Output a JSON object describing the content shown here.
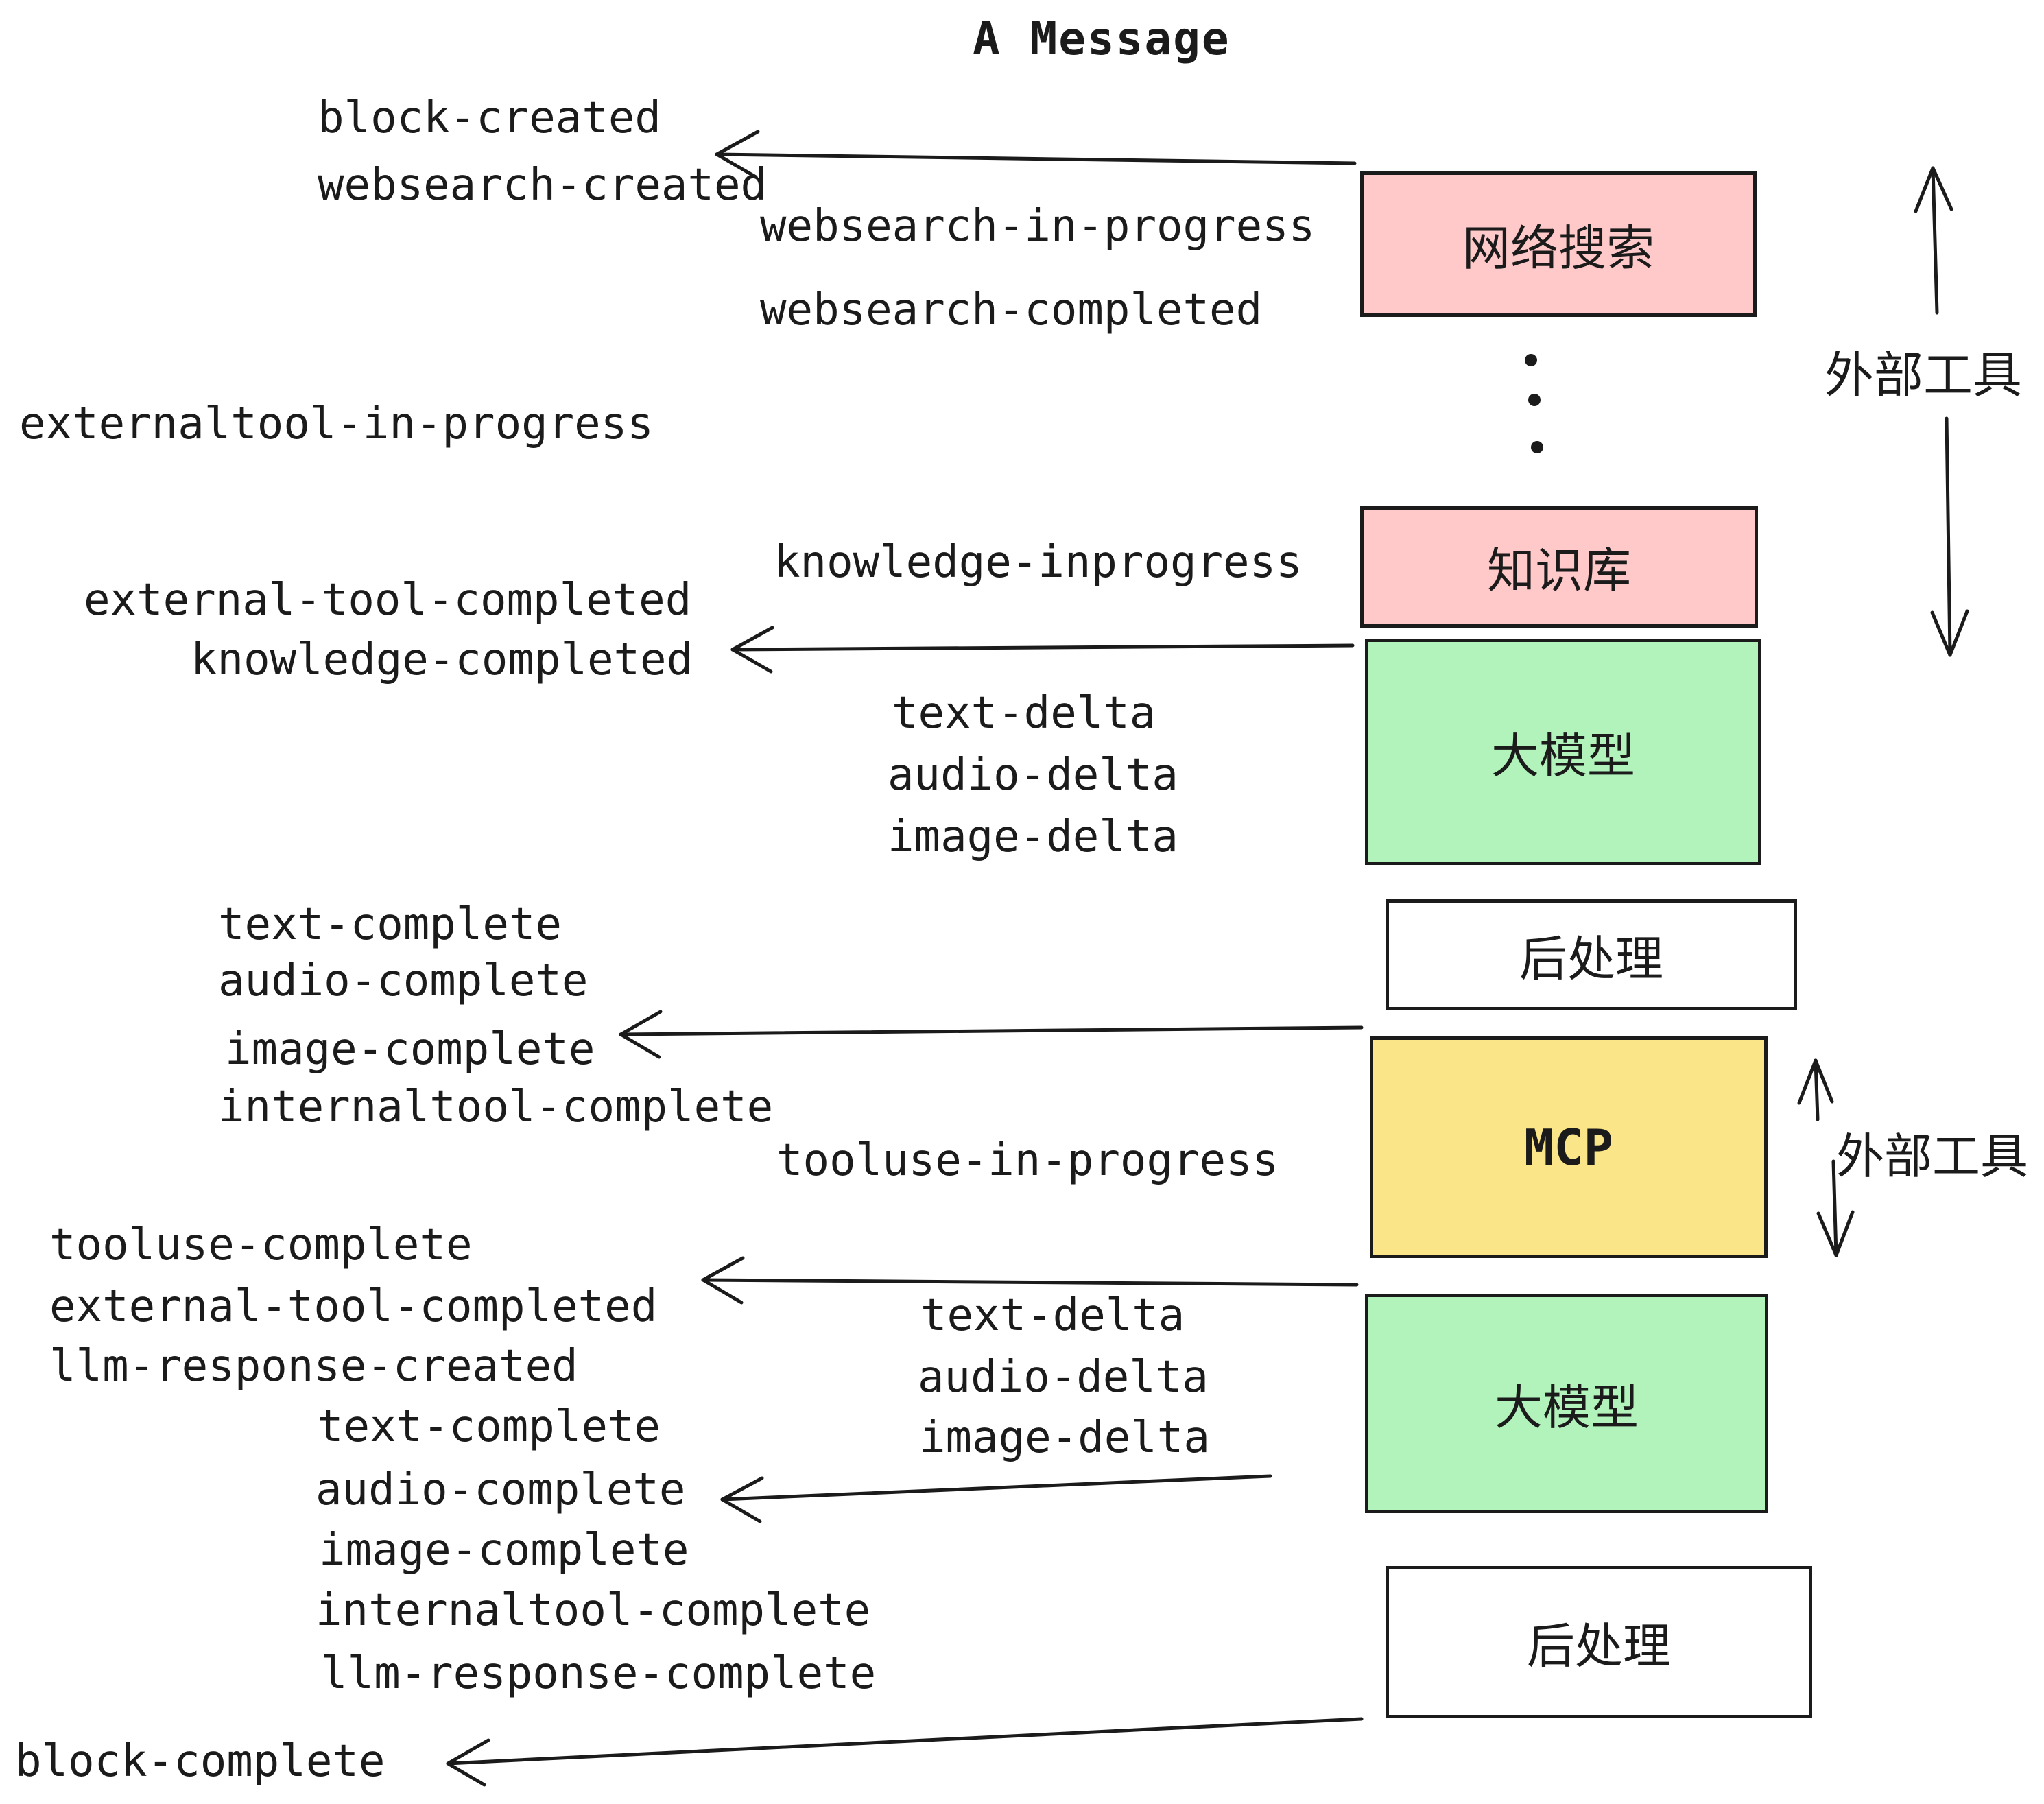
{
  "title": "A Message",
  "events": {
    "block_created": "block-created",
    "websearch_created": "websearch-created",
    "websearch_in_progress": "websearch-in-progress",
    "websearch_completed": "websearch-completed",
    "externaltool_in_progress": "externaltool-in-progress",
    "knowledge_inprogress": "knowledge-inprogress",
    "external_tool_completed_1": "external-tool-completed",
    "knowledge_completed": "knowledge-completed",
    "text_delta_1": "text-delta",
    "audio_delta_1": "audio-delta",
    "image_delta_1": "image-delta",
    "text_complete_1": "text-complete",
    "audio_complete_1": "audio-complete",
    "image_complete_1": "image-complete",
    "internaltool_complete_1": "internaltool-complete",
    "tooluse_in_progress": "tooluse-in-progress",
    "tooluse_complete": "tooluse-complete",
    "external_tool_completed_2": "external-tool-completed",
    "llm_response_created": "llm-response-created",
    "text_complete_2": "text-complete",
    "text_delta_2": "text-delta",
    "audio_delta_2": "audio-delta",
    "image_delta_2": "image-delta",
    "audio_complete_2": "audio-complete",
    "image_complete_2": "image-complete",
    "internaltool_complete_2": "internaltool-complete",
    "llm_response_complete": "llm-response-complete",
    "block_complete": "block-complete"
  },
  "boxes": {
    "websearch": "网络搜索",
    "knowledge": "知识库",
    "llm1": "大模型",
    "post1": "后处理",
    "mcp": "MCP",
    "llm2": "大模型",
    "post2": "后处理"
  },
  "annotations": {
    "external_tools_top": "外部工具",
    "external_tools_mcp": "外部工具"
  },
  "colors": {
    "pink": "#ffc9c9",
    "green": "#b2f2bb",
    "yellow": "#fae588",
    "white": "#ffffff",
    "ink": "#1b1b1b",
    "background": "#ffffff"
  }
}
